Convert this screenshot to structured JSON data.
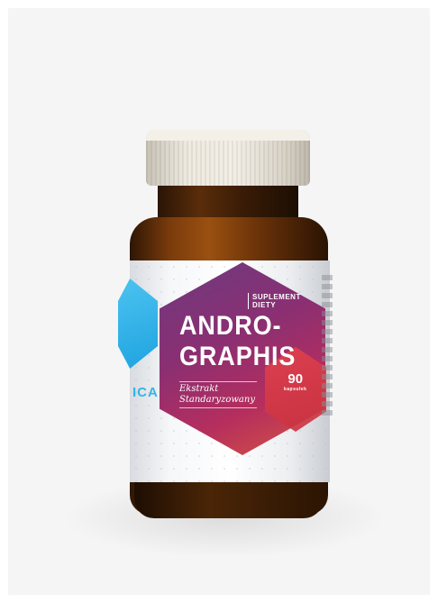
{
  "product": {
    "category_line1": "SUPLEMENT",
    "category_line2": "DIETY",
    "name_line1": "ANDRO-",
    "name_line2": "GRAPHIS",
    "subtitle_line1": "Ekstrakt",
    "subtitle_line2": "Standaryzowany",
    "count": "90",
    "count_unit": "kapsułek",
    "brand_visible": "ICA"
  },
  "colors": {
    "hex_primary": "#8b2f72",
    "hex_accent": "#e2434c",
    "brand_blue": "#33b5e5",
    "glass_amber": "#7a3b0c",
    "cap": "#efeae0"
  }
}
